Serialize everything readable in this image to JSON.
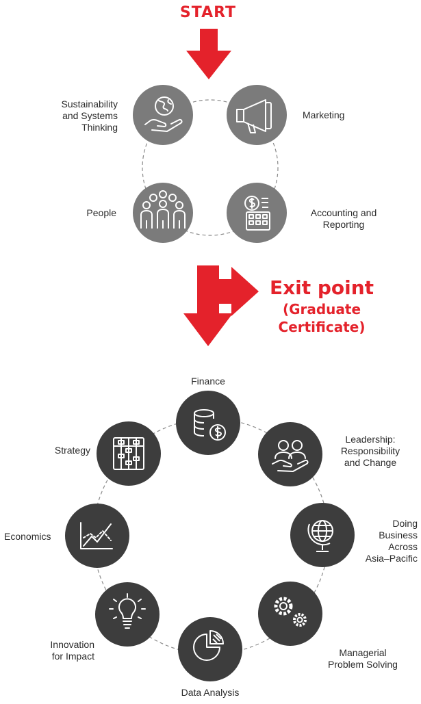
{
  "start_label": "START",
  "exit": {
    "title": "Exit point",
    "sub1": "(Graduate",
    "sub2": "Certificate)"
  },
  "stage1": {
    "items": [
      {
        "name": "Sustainability",
        "line2": "and Systems",
        "line3": "Thinking",
        "icon": "globe-hand-icon"
      },
      {
        "name": "Marketing",
        "icon": "megaphone-icon"
      },
      {
        "name": "People",
        "icon": "people-group-icon"
      },
      {
        "name": "Accounting and",
        "line2": "Reporting",
        "icon": "calculator-icon"
      }
    ]
  },
  "stage2": {
    "items": [
      {
        "name": "Finance",
        "icon": "coins-dollar-icon"
      },
      {
        "name": "Leadership:",
        "line2": "Responsibility",
        "line3": "and Change",
        "icon": "people-hand-icon"
      },
      {
        "name": "Doing",
        "line2": "Business",
        "line3": "Across",
        "line4": "Asia–Pacific",
        "icon": "globe-stand-icon"
      },
      {
        "name": "Managerial",
        "line2": "Problem Solving",
        "icon": "gears-icon"
      },
      {
        "name": "Data Analysis",
        "icon": "pie-chart-icon"
      },
      {
        "name": "Innovation",
        "line2": "for Impact",
        "icon": "lightbulb-icon"
      },
      {
        "name": "Economics",
        "icon": "line-chart-icon"
      },
      {
        "name": "Strategy",
        "icon": "abacus-icon"
      }
    ]
  },
  "colors": {
    "red": "#e4222b",
    "stage1_circle": "#7b7b7b",
    "stage2_circle": "#3d3d3d",
    "dash": "#8a8a8a"
  }
}
